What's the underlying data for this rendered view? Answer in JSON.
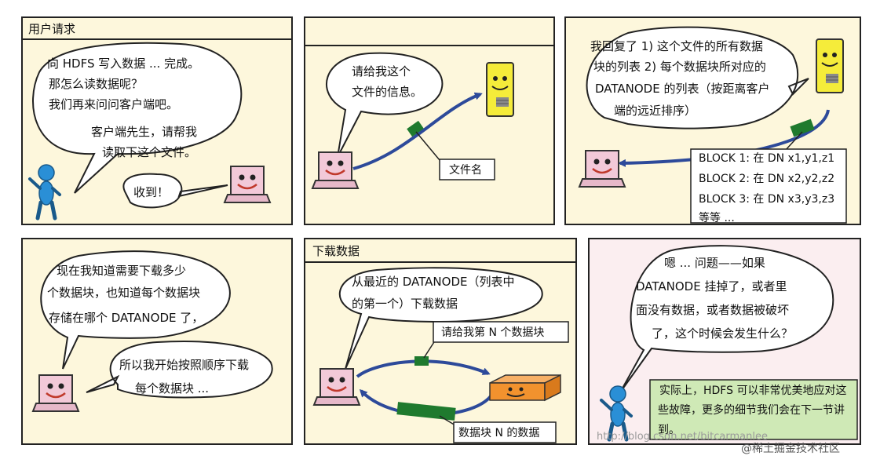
{
  "colors": {
    "panel_bg": "#fdf7dc",
    "bubble_bg": "#ffffff",
    "arrow": "#2d4a9a",
    "packet": "#1f7a2e",
    "server": "#f5ec3a",
    "laptop_screen": "#f2c9d8",
    "person": "#2a8fd6",
    "note_green": "#cfe9b6",
    "bottom_right_bg": "#fbeef0"
  },
  "icons": [
    "person-icon",
    "laptop-icon",
    "server-icon",
    "datanode-box-icon"
  ],
  "panel1": {
    "title": "用户请求",
    "bubble": [
      "向 HDFS 写入数据 ... 完成。",
      "那怎么读数据呢？",
      "我们再来问问客户端吧。"
    ],
    "bubble2": [
      "客户端先生，请帮我",
      "读取下这个文件。"
    ],
    "reply": "收到！"
  },
  "panel2": {
    "bubble": [
      "请给我这个",
      "文件的信息。"
    ],
    "label": "文件名"
  },
  "panel3": {
    "bubble": [
      "我回复了 1) 这个文件的所有数据",
      "块的列表 2) 每个数据块所对应的",
      "DATANODE 的列表（按距离客户",
      "端的远近排序）"
    ],
    "blocks": [
      "BLOCK 1: 在 DN x1,y1,z1",
      "BLOCK 2: 在 DN x2,y2,z2",
      "BLOCK 3: 在 DN x3,y3,z3",
      "等等 ..."
    ]
  },
  "panel4": {
    "bubble": [
      "现在我知道需要下载多少",
      "个数据块，也知道每个数据块",
      "存储在哪个 DATANODE 了，"
    ],
    "bubble2": [
      "所以我开始按照顺序下载",
      "每个数据块 ..."
    ]
  },
  "panel5": {
    "title": "下载数据",
    "bubble": [
      "从最近的 DATANODE（列表中",
      "的第一个）下载数据"
    ],
    "label_top": "请给我第 N 个数据块",
    "label_bottom": "数据块 N 的数据"
  },
  "panel6": {
    "bubble": [
      "嗯 ... 问题——如果",
      "DATANODE 挂掉了，或者里",
      "面没有数据，或者数据被破坏",
      "了，这个时候会发生什么？"
    ],
    "note": [
      "实际上，HDFS 可以非常优美地应对这",
      "些故障，更多的细节我们会在下一节讲",
      "到。"
    ]
  },
  "watermark": "http://blog.csdn.net/bitcarmanlee",
  "brand": "@稀土掘金技术社区"
}
